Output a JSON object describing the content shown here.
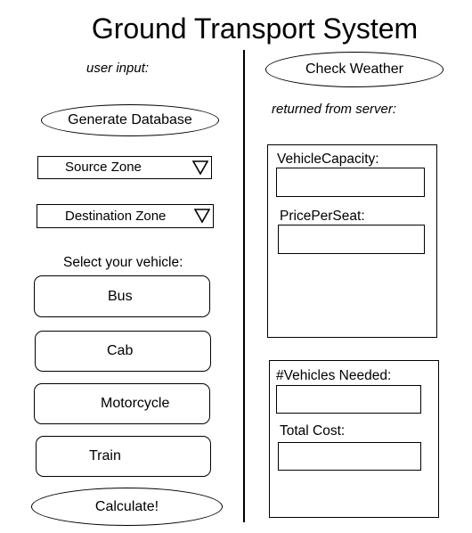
{
  "title": "Ground Transport System",
  "left": {
    "user_input_label": "user input:",
    "generate_button": "Generate Database",
    "source_dropdown": "Source Zone",
    "destination_dropdown": "Destination Zone",
    "select_vehicle_label": "Select your vehicle:",
    "vehicles": [
      "Bus",
      "Cab",
      "Motorcycle",
      "Train"
    ],
    "calculate_button": "Calculate!"
  },
  "right": {
    "weather_button": "Check Weather",
    "server_label": "returned from server:",
    "panel1": {
      "capacity_label": "VehicleCapacity:",
      "capacity_value": "",
      "price_label": "PricePerSeat:",
      "price_value": ""
    },
    "panel2": {
      "vehicles_needed_label": "#Vehicles Needed:",
      "vehicles_needed_value": "",
      "total_cost_label": "Total Cost:",
      "total_cost_value": ""
    }
  }
}
